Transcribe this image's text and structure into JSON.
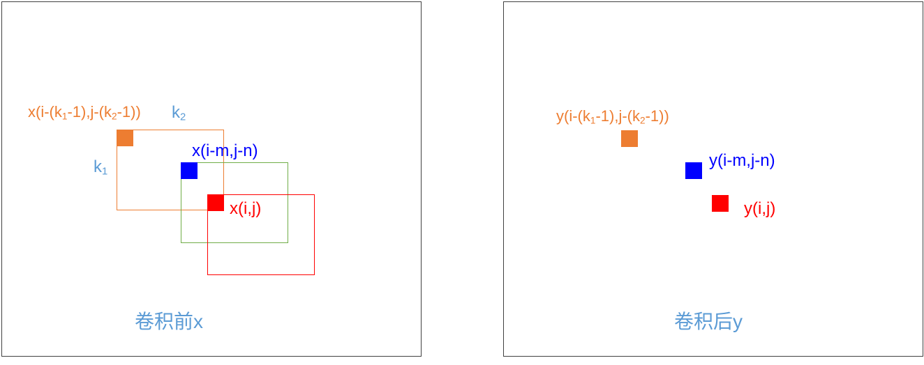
{
  "colors": {
    "orange": "#ED7D31",
    "blue": "#0000FF",
    "red": "#FF0000",
    "green": "#70AD47",
    "lightblue": "#5B9BD5",
    "panel_border": "#404040"
  },
  "left_panel": {
    "caption": "卷积前x",
    "label_corner": {
      "pre": "x(i-(k",
      "sub1": "1",
      "mid": "-1),j-(k",
      "sub2": "2",
      "post": "-1))"
    },
    "label_k2": {
      "base": "k",
      "sub": "2"
    },
    "label_k1": {
      "base": "k",
      "sub": "1"
    },
    "label_mid": "x(i-m,j-n)",
    "label_point": "x(i,j)"
  },
  "right_panel": {
    "caption": "卷积后y",
    "label_corner": {
      "pre": "y(i-(k",
      "sub1": "1",
      "mid": "-1),j-(k",
      "sub2": "2",
      "post": "-1))"
    },
    "label_mid": "y(i-m,j-n)",
    "label_point": "y(i,j)"
  }
}
